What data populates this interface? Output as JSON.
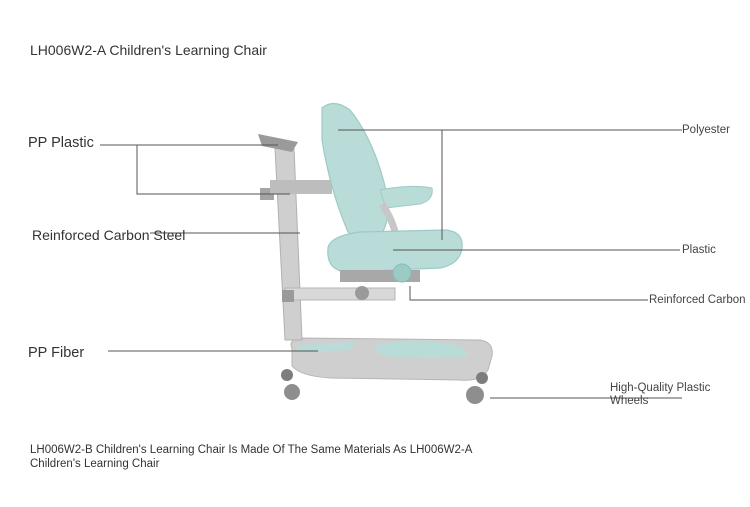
{
  "title": "LH006W2-A Children's Learning Chair",
  "labels": {
    "pp_plastic": "PP Plastic",
    "reinforced_carbon_steel": "Reinforced Carbon Steel",
    "pp_fiber": "PP Fiber",
    "polyester": "Polyester",
    "plastic": "Plastic",
    "reinforced_carbon": "Reinforced Carbon",
    "wheels_line1": "High-Quality Plastic",
    "wheels_line2": "Wheels"
  },
  "footnote": "LH006W2-B Children's Learning Chair Is Made Of The Same Materials As LH006W2-A Children's Learning Chair",
  "colors": {
    "mint": "#b9dcd8",
    "mint_dark": "#9ccbc6",
    "grey": "#c9c9c9",
    "grey_dark": "#9a9a9a",
    "line": "#555555"
  }
}
